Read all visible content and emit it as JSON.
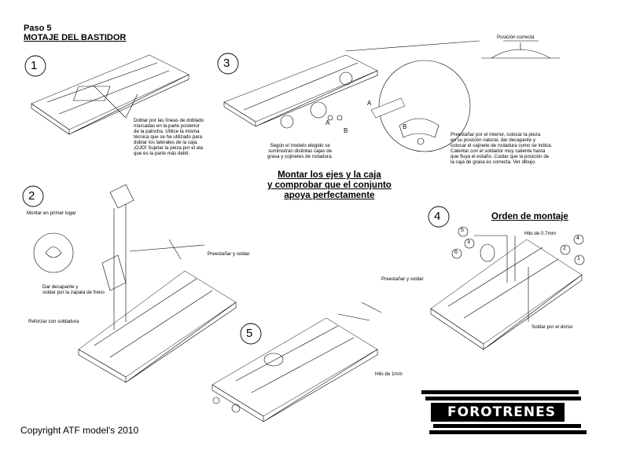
{
  "header": {
    "step": "Paso 5",
    "title": "MOTAJE DEL BASTIDOR"
  },
  "steps": {
    "s1": "1",
    "s2": "2",
    "s3": "3",
    "s4": "4",
    "s5": "5"
  },
  "notes": {
    "doblar": "Doblar por las líneas de doblado\nmarcadas en la parte posterior\nde la palncha. Utilice la misma\ntécnica que se ha utilizado para\ndoblar los laterales de la caja.\n¡OJO! Sujetar la pieza por el ala\nque es la parte más debil.",
    "posicion": "Posición correcta",
    "segun": "Según el modelo elegido se\nsuministran distintas cajas de\ngrasa y cojinetes de rodadura.",
    "preestanar_interior": "Preestañar por el interior, colocar la pieza\nen su posición natural, dar decapante y\ncolocar el cajinete de rodadura como se indica.\nCalentar con el soldador muy caliente hasta\nque fluya el estaño. Cuidar que la posición de\nla caja de grasa es correcta. Ver dibujo.",
    "montar_ejes": "Montar los ejes y la caja\ny comprobar que el conjunto\napoya perfectamente",
    "montar_primer": "Montar en primer lugar",
    "preestanar_soldar": "Preestañar y soldar",
    "dar_decapante": "Dar decapante y\nsoldar por la zapata de freno",
    "reforzar": "Reforzar con soldadura",
    "orden": "Orden de montaje",
    "hilo07": "Hilo de 0.7mm",
    "preestanar_soldar2": "Preestañar y soldar",
    "soldar_dorso": "Soldar por el dorso",
    "hilo1": "Hilo de 1mm"
  },
  "callouts": {
    "a1": "A",
    "b1": "B",
    "a2": "A",
    "b2": "B",
    "n1": "1",
    "n2": "2",
    "n3": "3",
    "n4": "4",
    "n5": "5",
    "n6": "6"
  },
  "footer": {
    "copyright": "Copyright ATF model's 2010",
    "brand": "FOROTRENES"
  }
}
